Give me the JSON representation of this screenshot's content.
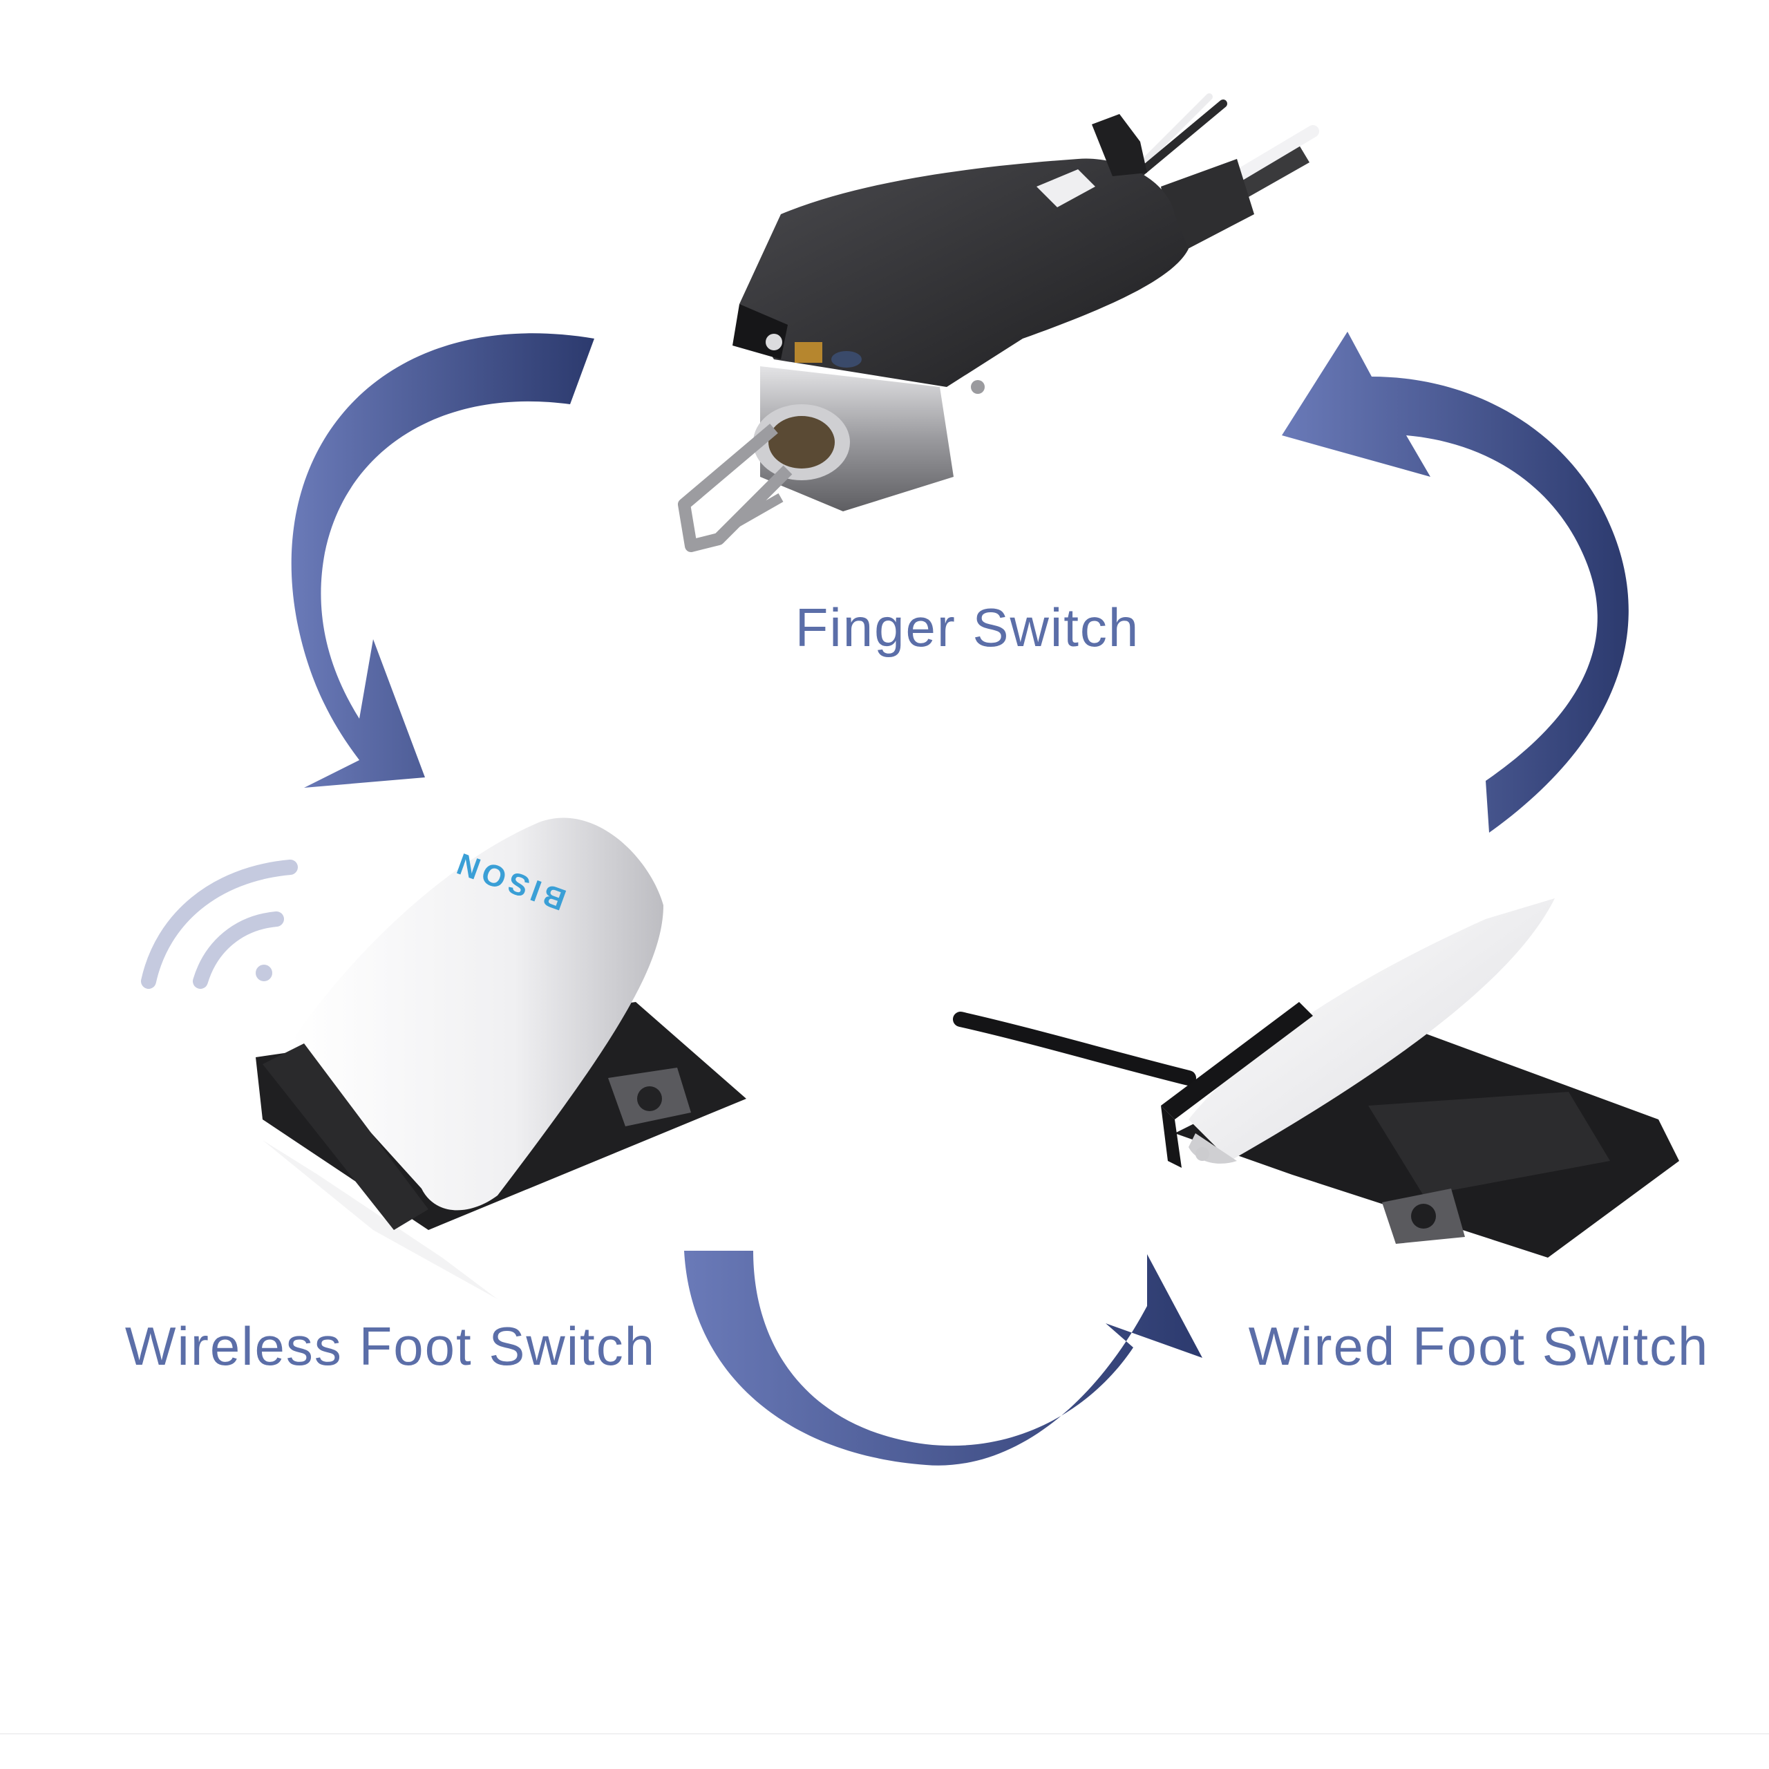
{
  "labels": {
    "finger_switch": "Finger Switch",
    "wireless_foot_switch": "Wireless Foot Switch",
    "wired_foot_switch": "Wired Foot Switch"
  },
  "pedal_brand": "BISON",
  "colors": {
    "label": "#5b6ea8",
    "arrow_light": "#6a7ab8",
    "arrow_dark": "#2c3a6e",
    "wireless_signal": "#c5cadf",
    "brand_text": "#3a9fd6",
    "device_black": "#2a2a2c",
    "device_white": "#f7f7f8"
  },
  "icons": {
    "wireless_signal": "wifi-signal-icon",
    "cycle_arrow": "curved-arrow-icon"
  }
}
